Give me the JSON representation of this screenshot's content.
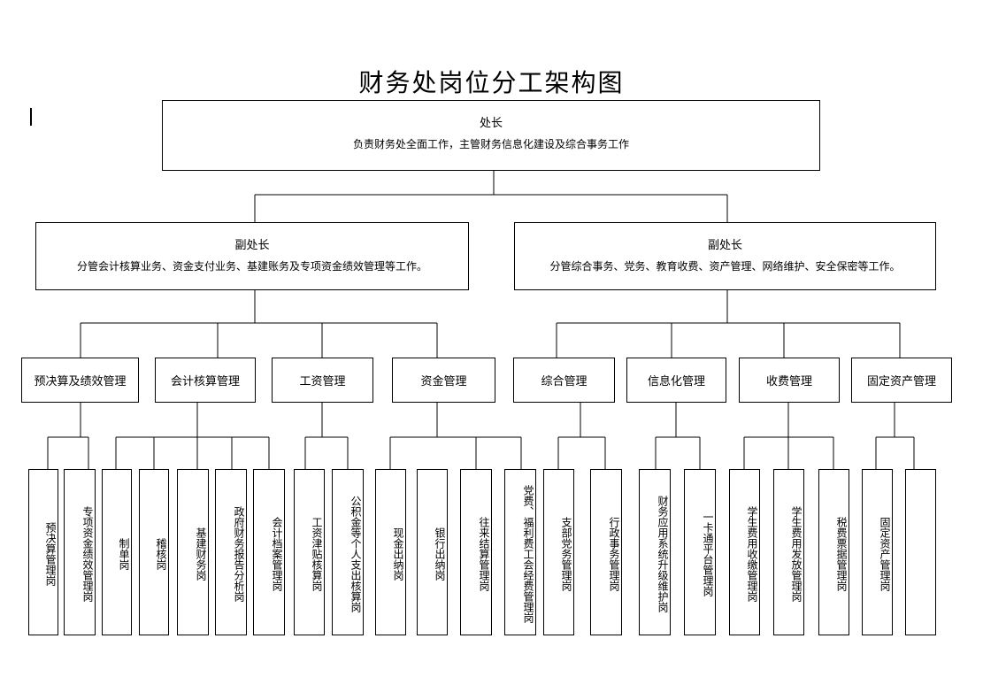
{
  "title": "财务处岗位分工架构图",
  "director": {
    "name": "处长",
    "desc": "负责财务处全面工作，主管财务信息化建设及综合事务工作"
  },
  "deputies": [
    {
      "name": "副处长",
      "desc": "分管会计核算业务、资金支付业务、基建账务及专项资金绩效管理等工作。"
    },
    {
      "name": "副处长",
      "desc": "分管综合事务、党务、教育收费、资产管理、网络维护、安全保密等工作。"
    }
  ],
  "departments": [
    {
      "name": "预决算及绩效管理",
      "posts": [
        "预决算管理岗",
        "专项资金绩效管理岗"
      ]
    },
    {
      "name": "会计核算管理",
      "posts": [
        "制单岗",
        "稽核岗",
        "基建财务岗",
        "政府财务报告分析岗",
        "会计档案管理岗"
      ]
    },
    {
      "name": "工资管理",
      "posts": [
        "工资津贴核算岗",
        "公积金等个人支出核算岗"
      ]
    },
    {
      "name": "资金管理",
      "posts": [
        "现金出纳岗",
        "银行出纳岗",
        "往来结算管理岗",
        "党费、福利费工会经费管理岗"
      ]
    },
    {
      "name": "综合管理",
      "posts": [
        "支部党务管理岗",
        "行政事务管理岗"
      ]
    },
    {
      "name": "信息化管理",
      "posts": [
        "财务应用系统升级维护岗",
        "一卡通平台管理岗"
      ]
    },
    {
      "name": "收费管理",
      "posts": [
        "学生费用收缴管理岗",
        "学生费用发放管理岗",
        "税费票据管理岗"
      ]
    },
    {
      "name": "固定资产管理",
      "posts": [
        "固定资产管理岗",
        ""
      ]
    }
  ]
}
